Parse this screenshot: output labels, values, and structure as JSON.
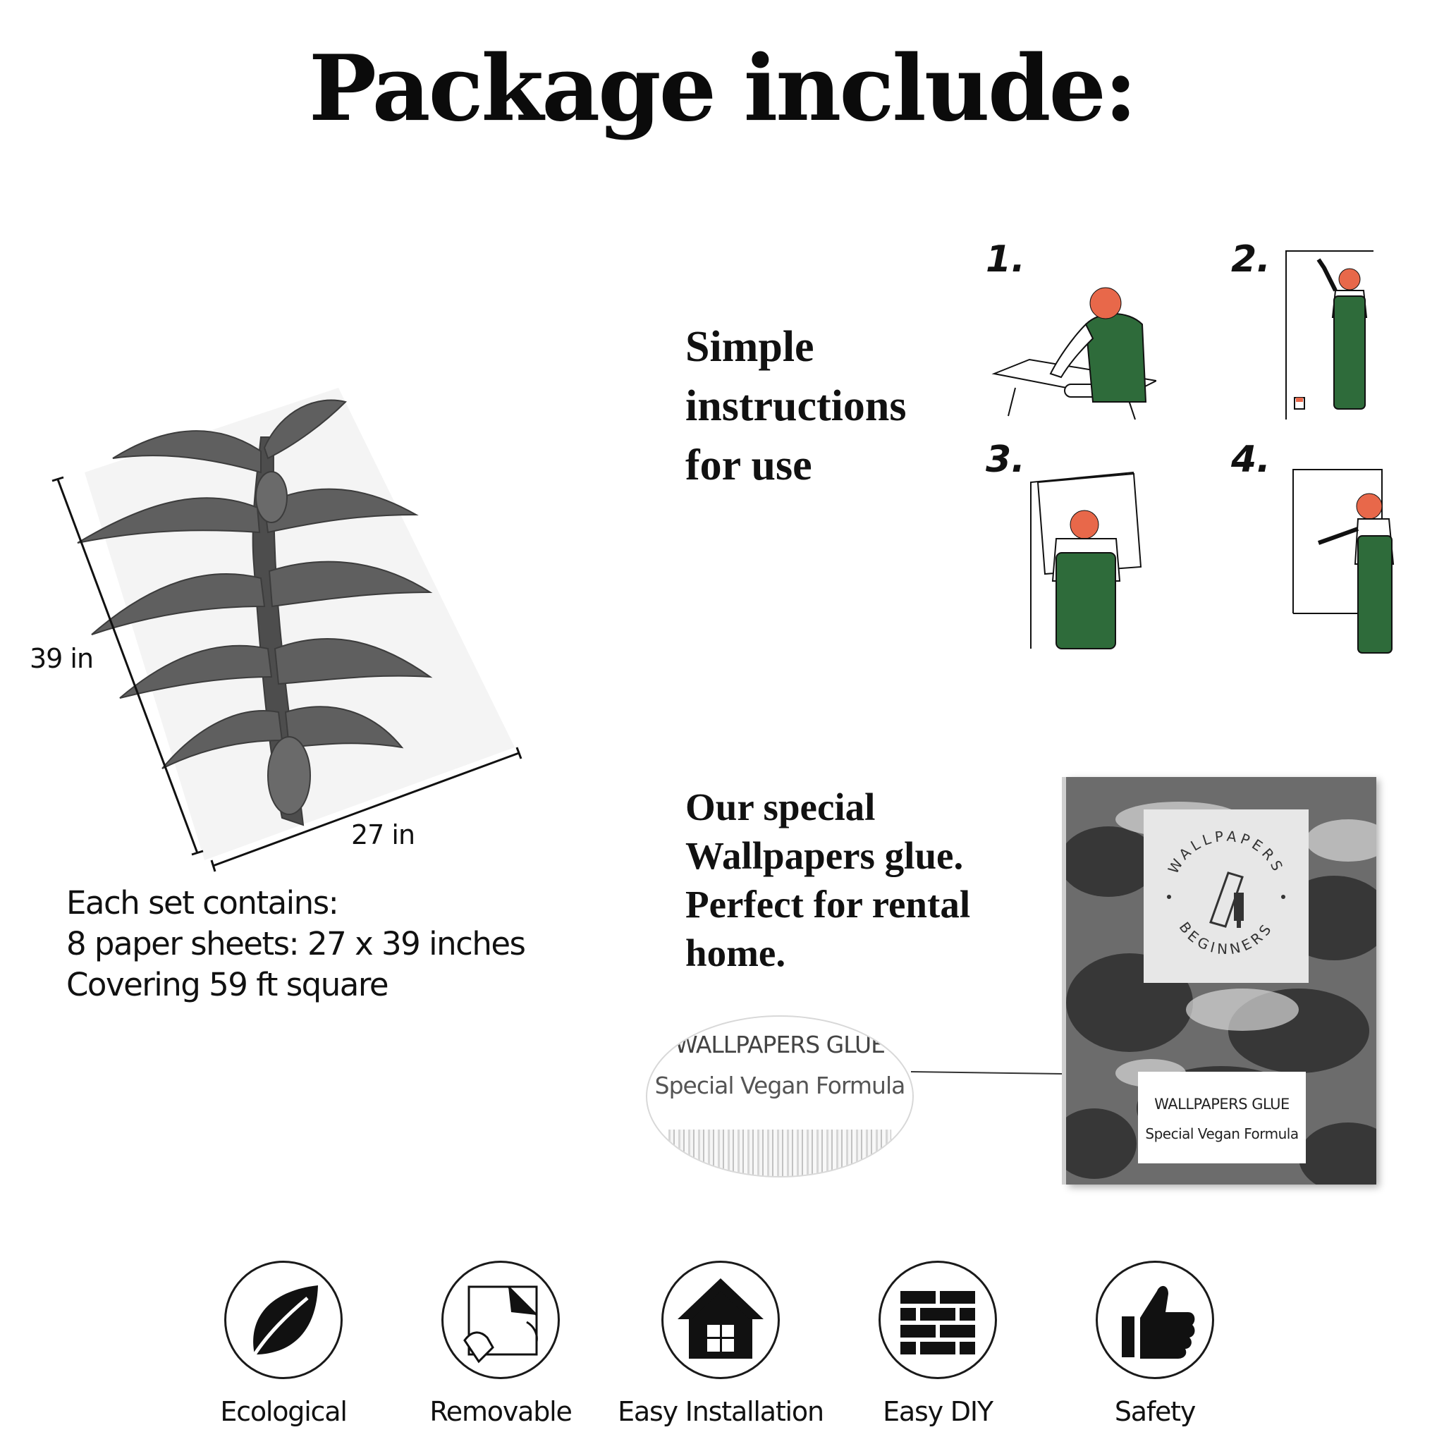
{
  "header": {
    "title": "Package include:"
  },
  "wallpaper": {
    "height_label": "39 in",
    "width_label": "27 in",
    "set_lines": [
      "Each set contains:",
      "8 paper sheets: 27 x 39 inches",
      "Covering 59 ft square"
    ]
  },
  "instructions": {
    "lines": [
      "Simple",
      "instructions",
      "for use"
    ],
    "steps": [
      "1.",
      "2.",
      "3.",
      "4."
    ]
  },
  "glue": {
    "lines": [
      "Our special",
      "Wallpapers glue.",
      "Perfect for rental",
      "home."
    ],
    "oval_line1": "WALLPAPERS GLUE",
    "oval_line2": "Special  Vegan Formula",
    "package_brand_top": "WALLPAPERS",
    "package_brand_bottom": "BEGINNERS",
    "package_label_line1": "WALLPAPERS GLUE",
    "package_label_line2": "Special Vegan Formula"
  },
  "features": [
    {
      "label": "Ecological",
      "icon": "leaf-icon"
    },
    {
      "label": "Removable",
      "icon": "peel-icon"
    },
    {
      "label": "Easy Installation",
      "icon": "house-icon"
    },
    {
      "label": "Easy DIY",
      "icon": "brick-wall-icon"
    },
    {
      "label": "Safety",
      "icon": "thumbs-up-icon"
    }
  ],
  "colors": {
    "overalls_green": "#2e6b3a",
    "hair_orange": "#e8684a",
    "leaf_gray": "#5a5a5a",
    "text": "#111111"
  }
}
